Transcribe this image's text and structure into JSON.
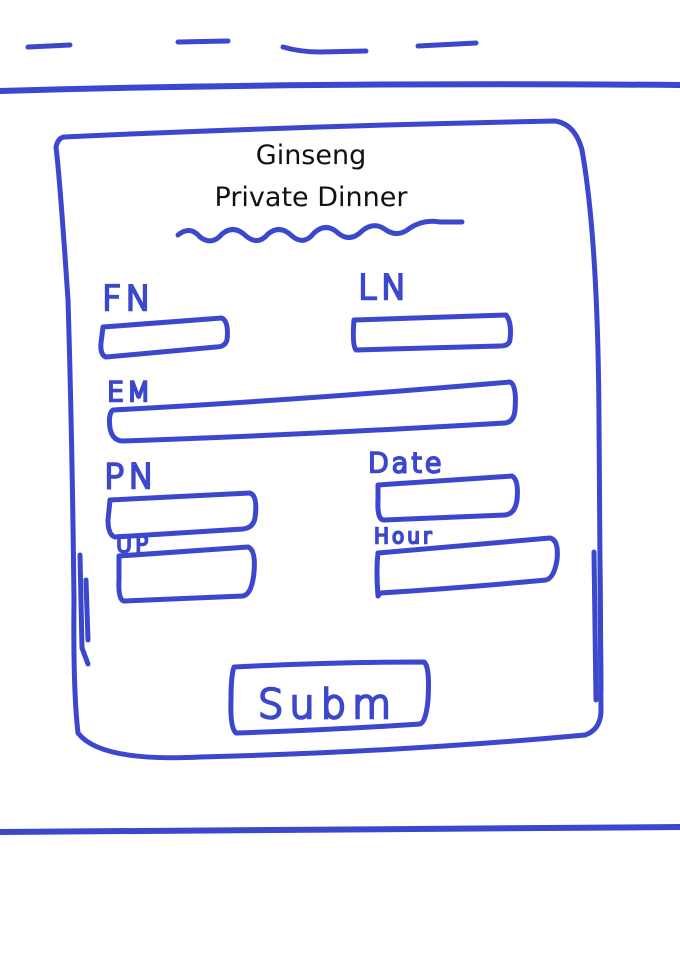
{
  "accent_color": "#3b47cc",
  "header": {
    "title_line1": "Ginseng",
    "title_line2": "Private Dinner"
  },
  "form": {
    "first_name_label": "FN",
    "last_name_label": "LN",
    "email_label": "EM",
    "phone_label": "PN",
    "date_label": "Date",
    "party_label": "UP",
    "hour_label": "Hour",
    "submit_label": "Subm"
  },
  "icons": {
    "squiggle": "wavy-underline"
  }
}
